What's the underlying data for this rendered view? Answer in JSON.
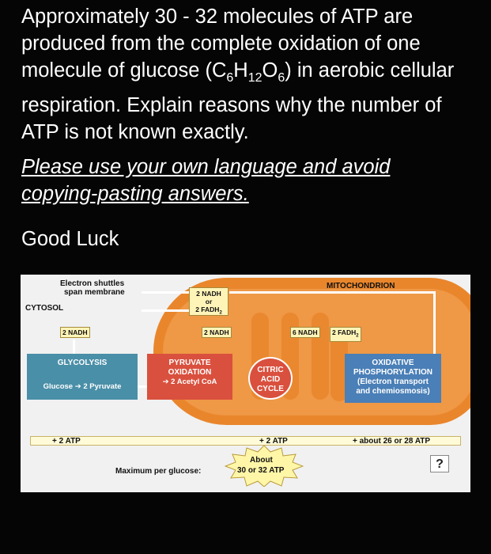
{
  "post": {
    "question_part1": "Approximately 30 - 32 molecules of ATP are produced from the complete oxidation of one molecule of glucose (C",
    "sub_c": "6",
    "h": "H",
    "sub_h": "12",
    "o": "O",
    "sub_o": "6",
    "question_part2": ") in aerobic cellular respiration. Explain reasons why the number of ATP is not known exactly.",
    "instruction": "Please use your own language and avoid copying-pasting answers.",
    "closing": "Good Luck"
  },
  "diagram": {
    "shuttle_label_1": "Electron shuttles",
    "shuttle_label_2": "span membrane",
    "cytosol": "CYTOSOL",
    "mitochondrion": "MITOCHONDRION",
    "shuttle_nadh": "2 NADH",
    "shuttle_or": "or",
    "shuttle_fadh": "2 FADH",
    "shuttle_fadh_sub": "2",
    "glycolysis_nadh": "2 NADH",
    "pyruvate_nadh": "2 NADH",
    "cycle_nadh": "6 NADH",
    "cycle_fadh": "2 FADH",
    "cycle_fadh_sub": "2",
    "glycolysis": "GLYCOLYSIS",
    "glucose": "Glucose",
    "pyruvate": "2 Pyruvate",
    "pyruvate_oxidation_1": "PYRUVATE",
    "pyruvate_oxidation_2": "OXIDATION",
    "acetyl_coa": "2 Acetyl CoA",
    "citric_1": "CITRIC",
    "citric_2": "ACID",
    "citric_3": "CYCLE",
    "oxphos_1": "OXIDATIVE",
    "oxphos_2": "PHOSPHORYLATION",
    "oxphos_3": "(Electron transport",
    "oxphos_4": "and chemiosmosis)",
    "atp_glycolysis": "+ 2 ATP",
    "atp_cycle": "+ 2 ATP",
    "atp_oxphos": "+ about 26 or 28 ATP",
    "max_label": "Maximum per glucose:",
    "max_value_1": "About",
    "max_value_2": "30 or 32 ATP",
    "question_mark": "?"
  },
  "colors": {
    "background": "#050505",
    "text": "#ffffff",
    "glycolysis_box": "#4a8fa8",
    "pyruvate_box": "#d9503e",
    "citric_circle": "#d9503e",
    "oxphos_box": "#4a7fb7",
    "mitochondrion": "#e9862c",
    "tag_fill": "#fff4b8"
  }
}
